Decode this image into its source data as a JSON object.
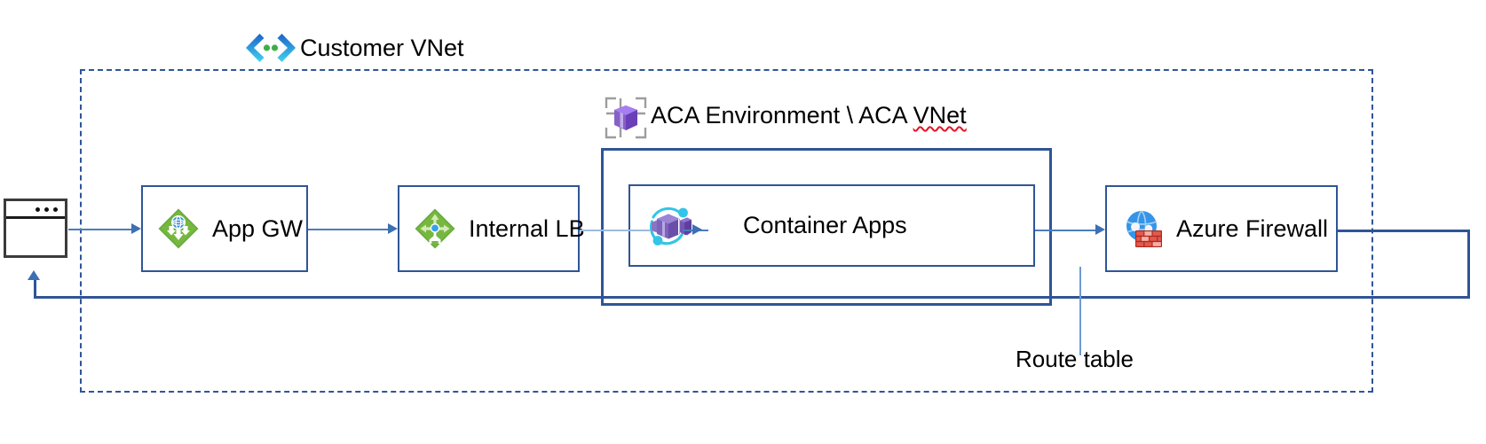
{
  "diagram": {
    "title": "Azure Container Apps network architecture",
    "colors": {
      "vnet_border": "#2f5597",
      "connector": "#4a7ebb",
      "arrow": "#3c6fb4",
      "azure_green": "#59a63f",
      "azure_blue": "#0078d4",
      "aca_purple": "#7a5bb5",
      "aca_cyan": "#32c5e6",
      "firewall_red": "#c0342b",
      "spellcheck_red": "#e81123"
    }
  },
  "customer_vnet": {
    "label": "Customer VNet",
    "icon": "vnet-chevron-icon"
  },
  "aca_environment": {
    "label": "ACA Environment \\ ACA ",
    "label_spellchecked": "VNet",
    "icon": "aca-environment-cube-icon"
  },
  "client": {
    "icon": "browser-window-icon",
    "dots": [
      "dot-1",
      "dot-2",
      "dot-3"
    ]
  },
  "nodes": [
    {
      "id": "app-gw",
      "label": "App GW",
      "icon": "application-gateway-icon"
    },
    {
      "id": "internal-lb",
      "label": "Internal LB",
      "icon": "load-balancer-icon"
    },
    {
      "id": "container-apps",
      "label": "Container Apps",
      "icon": "container-apps-icon"
    },
    {
      "id": "azure-firewall",
      "label": "Azure Firewall",
      "icon": "azure-firewall-icon"
    }
  ],
  "annotations": {
    "route_table": "Route table"
  }
}
